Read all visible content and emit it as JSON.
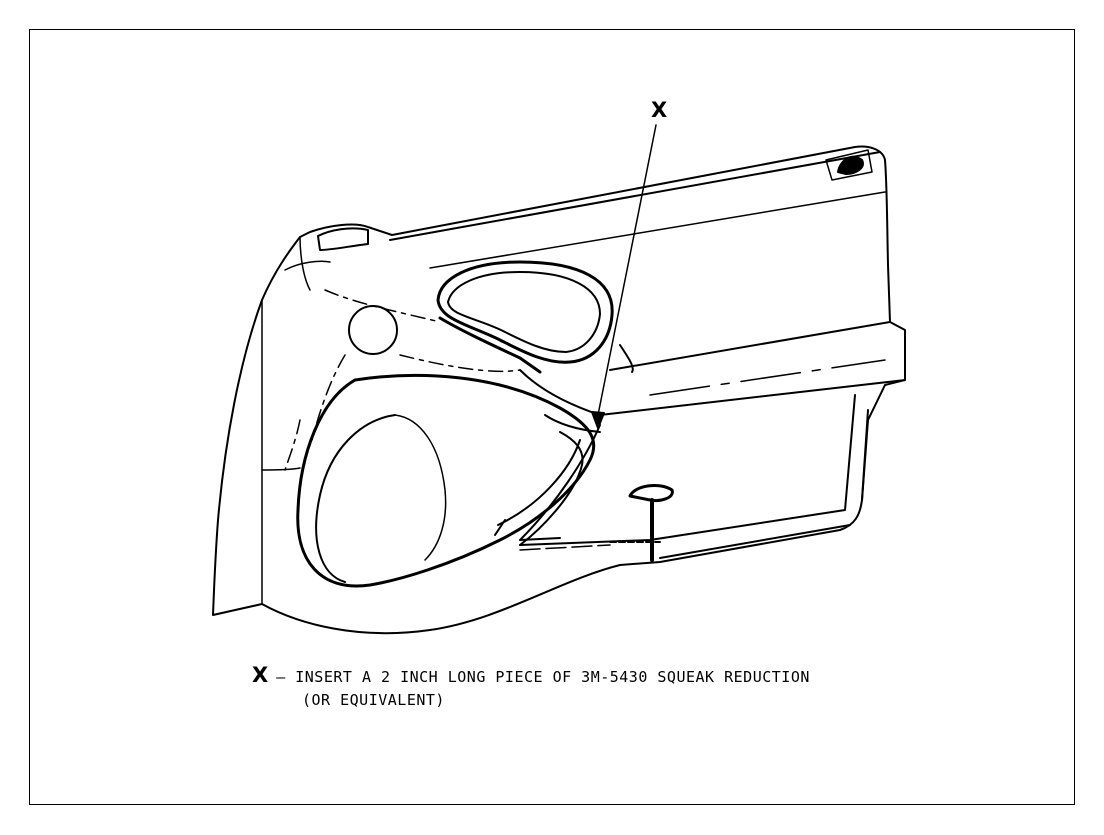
{
  "diagram": {
    "callout": {
      "letter": "X"
    },
    "legend": {
      "key": "X",
      "dash": "–",
      "line1": "INSERT A 2 INCH LONG PIECE OF 3M-5430 SQUEAK REDUCTION",
      "line2": "(OR EQUIVALENT)"
    }
  }
}
